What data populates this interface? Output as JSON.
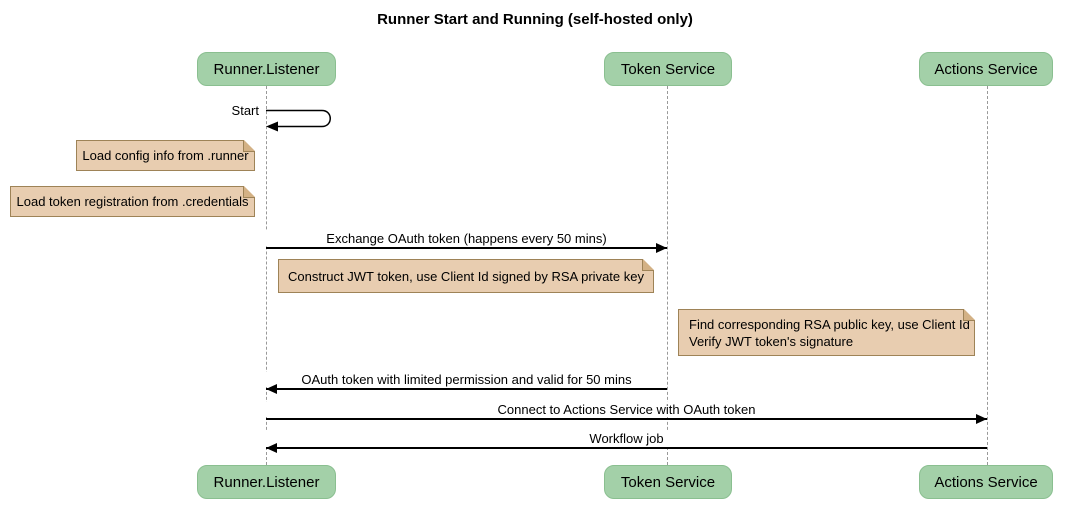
{
  "title": "Runner Start and Running (self-hosted only)",
  "participants": [
    {
      "id": "runner-listener",
      "label": "Runner.Listener"
    },
    {
      "id": "token-service",
      "label": "Token Service"
    },
    {
      "id": "actions-service",
      "label": "Actions Service"
    }
  ],
  "messages": [
    {
      "label": "Start",
      "from": "Runner.Listener",
      "to": "Runner.Listener",
      "kind": "self"
    },
    {
      "label": "Exchange OAuth token (happens every 50 mins)",
      "from": "Runner.Listener",
      "to": "Token Service",
      "kind": "solid-arrow"
    },
    {
      "label": "OAuth token with limited permission and valid for 50 mins",
      "from": "Token Service",
      "to": "Runner.Listener",
      "kind": "solid-arrow"
    },
    {
      "label": "Connect to Actions Service with OAuth token",
      "from": "Runner.Listener",
      "to": "Actions Service",
      "kind": "solid-arrow"
    },
    {
      "label": "Workflow job",
      "from": "Actions Service",
      "to": "Runner.Listener",
      "kind": "solid-arrow"
    }
  ],
  "notes": [
    {
      "text": "Load config info from .runner",
      "position": "left of Runner.Listener"
    },
    {
      "text": "Load token registration from .credentials",
      "position": "left of Runner.Listener"
    },
    {
      "text": "Construct JWT token, use Client Id signed by RSA private key",
      "position": "over Runner.Listener and Token Service"
    },
    {
      "lines": [
        "Find corresponding RSA public key, use Client Id",
        "Verify JWT token's signature"
      ],
      "position": "over Token Service and Actions Service"
    }
  ],
  "colors": {
    "participant_fill": "#a3d0a8",
    "participant_border": "#8abf90",
    "note_fill": "#e8cdb0",
    "note_border": "#9e8357",
    "lifeline": "#999999",
    "arrow": "#000000",
    "background": "#ffffff"
  }
}
